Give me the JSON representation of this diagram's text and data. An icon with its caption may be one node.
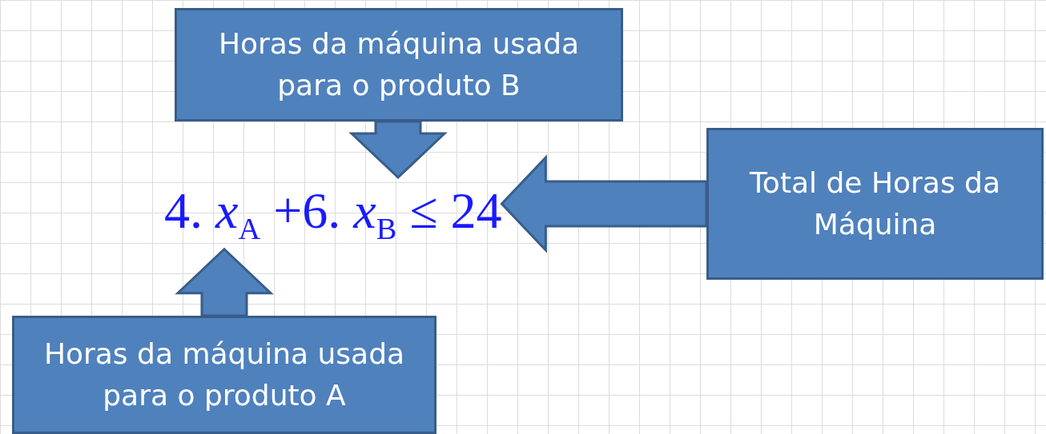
{
  "diagram": {
    "nodes": [
      {
        "text": [
          "Horas da máquina usada para o produto B"
        ]
      },
      {
        "text": [
          "4. *x*$_{A}$ +6. *x*$_{B}$ ≤ 24"
        ]
      },
      {
        "text": [
          "Total de Horas da Máquina"
        ]
      },
      {
        "text": [
          "Horas da máquina usada para o produto A"
        ]
      }
    ],
    "edges": [
      {
        "from": 0,
        "to": 1,
        "arrow": "to"
      },
      {
        "from": 2,
        "to": 1,
        "arrow": "to"
      },
      {
        "from": 3,
        "to": 1,
        "arrow": "to"
      }
    ]
  }
}
